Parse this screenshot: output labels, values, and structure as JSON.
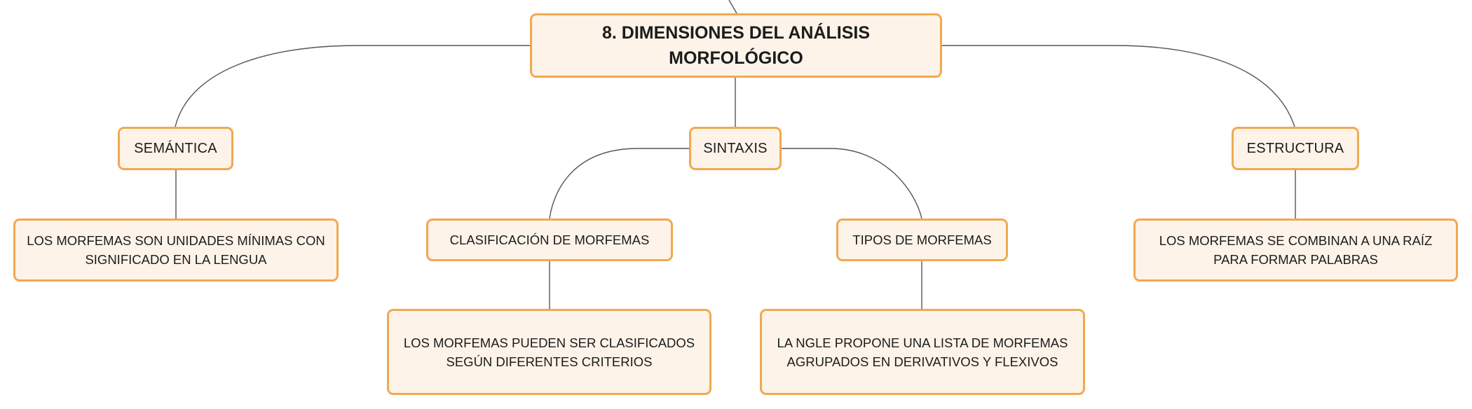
{
  "diagram": {
    "root": {
      "lines": [
        "8. DIMENSIONES DEL ANÁLISIS",
        "MORFOLÓGICO"
      ]
    },
    "branches": {
      "semantica": {
        "label": "SEMÁNTICA",
        "description": {
          "lines": [
            "LOS MORFEMAS SON UNIDADES MÍNIMAS CON",
            "SIGNIFICADO EN LA LENGUA"
          ]
        }
      },
      "sintaxis": {
        "label": "SINTAXIS",
        "children": {
          "clasificacion": {
            "label": "CLASIFICACIÓN DE MORFEMAS",
            "description": {
              "lines": [
                "LOS MORFEMAS PUEDEN SER CLASIFICADOS",
                "SEGÚN DIFERENTES CRITERIOS"
              ]
            }
          },
          "tipos": {
            "label": "TIPOS DE MORFEMAS",
            "description": {
              "lines": [
                "LA NGLE PROPONE UNA LISTA DE MORFEMAS",
                "AGRUPADOS EN DERIVATIVOS Y FLEXIVOS"
              ]
            }
          }
        }
      },
      "estructura": {
        "label": "ESTRUCTURA",
        "description": {
          "lines": [
            "LOS MORFEMAS SE COMBINAN A UNA RAÍZ",
            "PARA FORMAR PALABRAS"
          ]
        }
      }
    }
  },
  "colors": {
    "node_fill": "#fdf3e9",
    "node_border": "#f0a94f",
    "connector": "#555555",
    "text": "#1c1c1c"
  }
}
